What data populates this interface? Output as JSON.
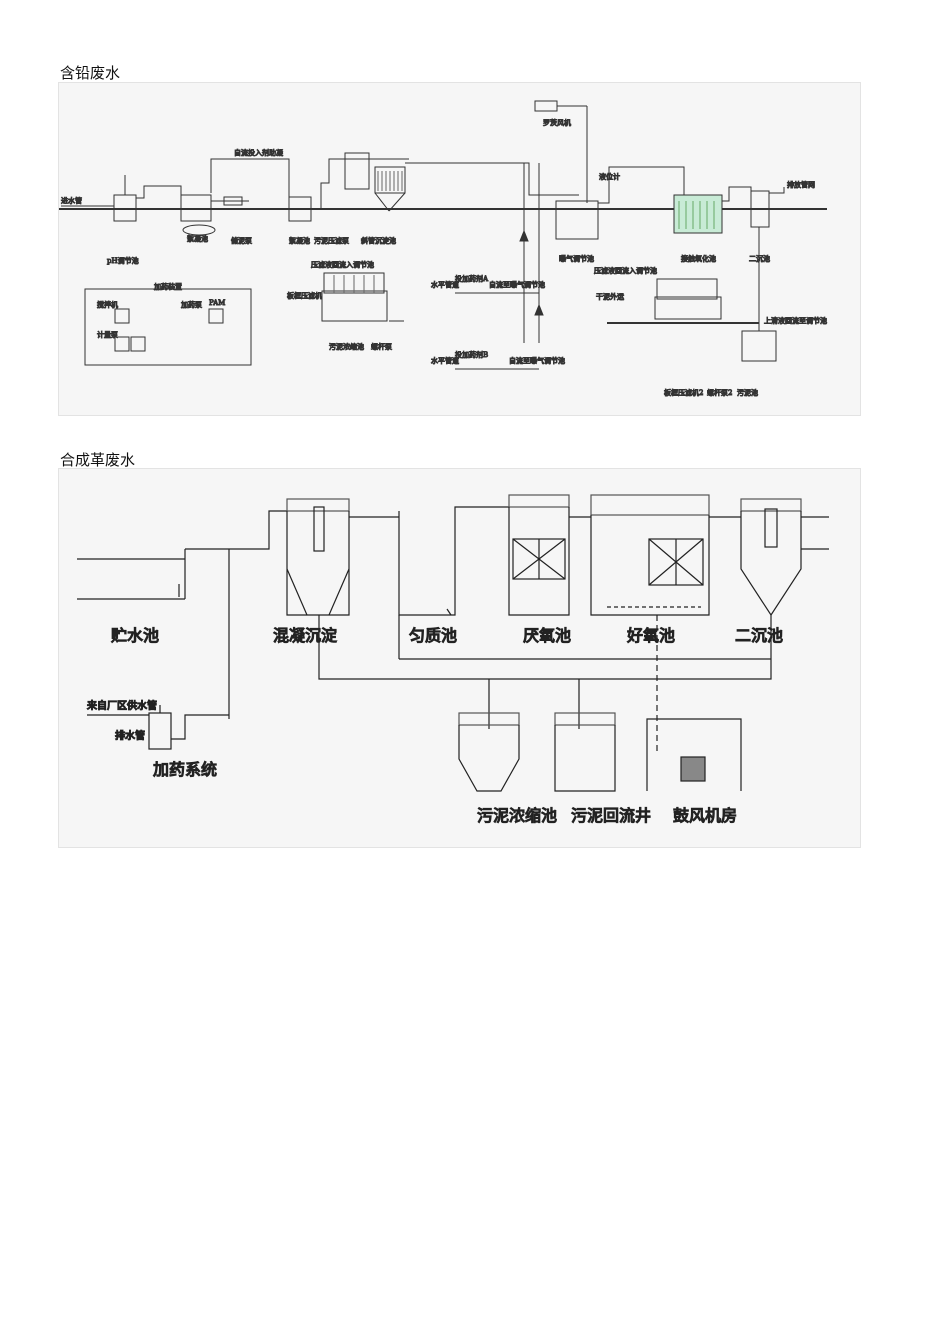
{
  "section1": {
    "title": "含铅废水",
    "labels": {
      "inlet": "进水管",
      "flocculant": "自流投入剂助凝",
      "pretreat": "pH调节池",
      "reaction": "絮凝池",
      "press_pump": "储泥泵",
      "filter_pump": "污泥压滤泵",
      "settler": "斜管沉淀池",
      "press_note": "压滤液回流入调节池",
      "sludge_tank": "污泥浓缩池",
      "press": "板框压滤机",
      "sludge_pump": "螺杆泵",
      "blower": "罗茨风机",
      "aeration": "曝气调节池",
      "contact": "接触氧化池",
      "clarifier": "二沉池",
      "outlet": "排放管网",
      "reuse_note": "压滤液回流入调节池",
      "dry_cake": "干泥外运",
      "water_level": "液位计",
      "chem_a": "投加药剂A",
      "chem_b": "投加药剂B",
      "level_a": "水平管道",
      "level_b": "水平管道",
      "line_a": "自流至曝气调节池",
      "line_b": "自流至曝气调节池",
      "final_well": "上清液回流至调节池",
      "press2": "板框压滤机2",
      "pump2": "螺杆泵2",
      "pond": "污泥池",
      "dosing_box": "加药装置",
      "dose1": "搅拌机",
      "dose2": "加药泵",
      "dose3": "计量泵",
      "dose4": "PAM"
    }
  },
  "section2": {
    "title": "合成革废水",
    "labels": {
      "storage": "贮水池",
      "coag": "混凝沉淀",
      "equal": "匀质池",
      "anox": "厌氧池",
      "aerobic": "好氧池",
      "second": "二沉池",
      "dosing": "加药系统",
      "thicken": "污泥浓缩池",
      "return_well": "污泥回流井",
      "blower_room": "鼓风机房",
      "tap_water": "来自厂区供水管",
      "drain": "排水管"
    }
  }
}
